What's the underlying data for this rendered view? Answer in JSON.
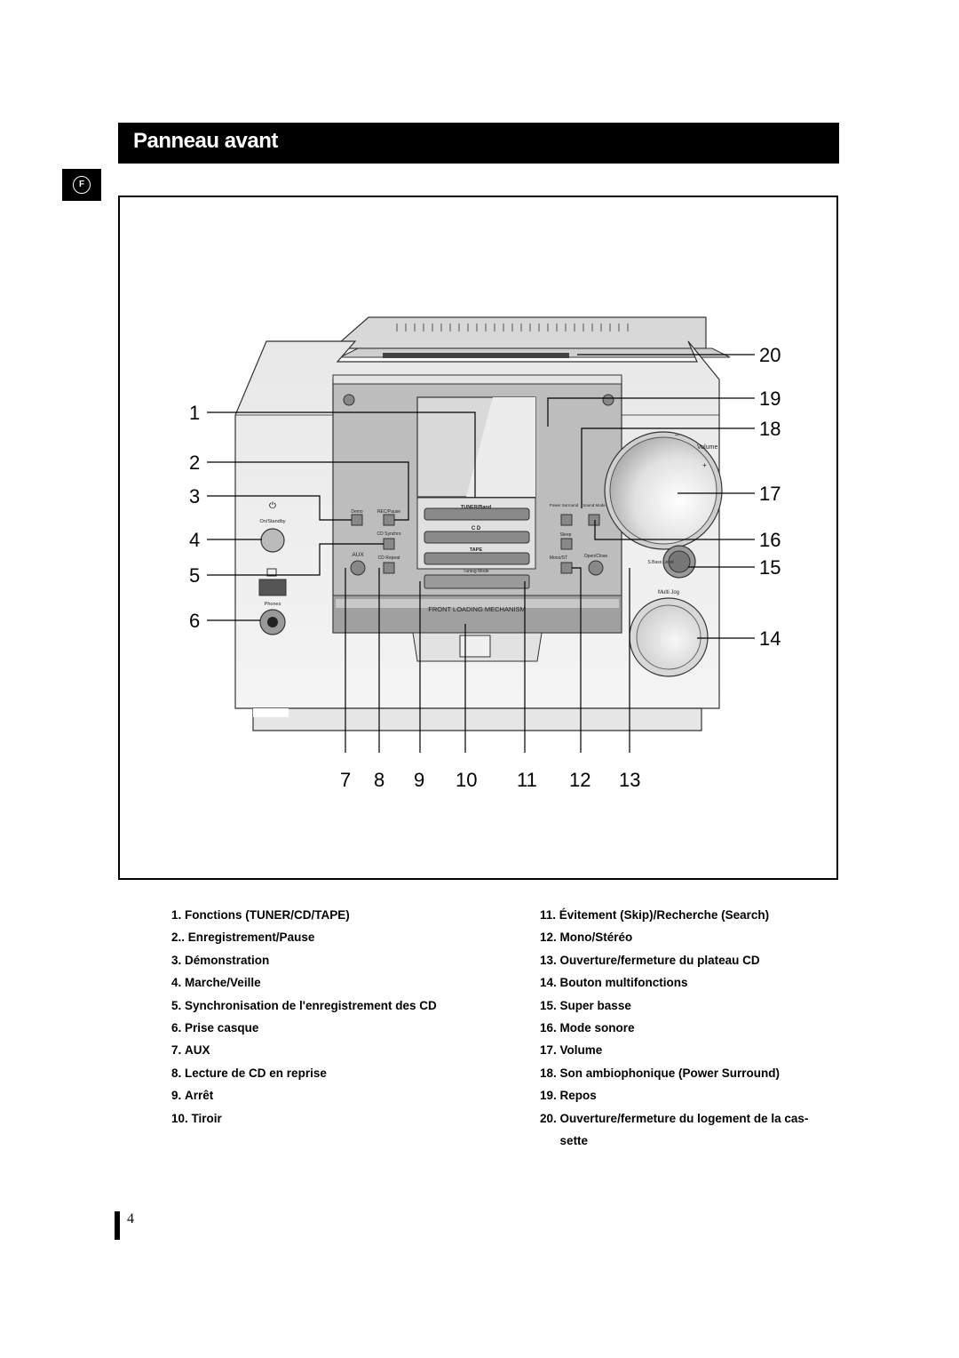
{
  "header": {
    "title": "Panneau avant",
    "language_tab": "F"
  },
  "figure": {
    "callouts_left": [
      "1",
      "2",
      "3",
      "4",
      "5",
      "6"
    ],
    "callouts_right": [
      "20",
      "19",
      "18",
      "17",
      "16",
      "15",
      "14"
    ],
    "callouts_bottom": [
      "7",
      "8",
      "9",
      "10",
      "11",
      "12",
      "13"
    ],
    "device_labels": {
      "volume": "Volume",
      "vol_minus": "–",
      "vol_plus": "+",
      "on_standby": "On/Standby",
      "phones": "Phones",
      "demo": "Demo",
      "rec_pause": "REC/Pause",
      "cd_synchro": "CD Synchro",
      "aux": "AUX",
      "cd_repeat": "CD Repeat",
      "tuner_band": "TUNER/Band",
      "cd": "C D",
      "tape": "TAPE",
      "tuning_mode": "Tuning Mode",
      "power_surround": "Power Surround",
      "sound_mode": "Sound Mode",
      "sleep": "Sleep",
      "mono_st": "Mono/ST",
      "open_close": "Open/Close",
      "sbass_level": "S.Bass Level",
      "multi_jog": "Multi Jog",
      "front_loading": "FRONT LOADING MECHANISM"
    }
  },
  "legend": {
    "left": [
      {
        "num": "1.",
        "text": "Fonctions (TUNER/CD/TAPE)"
      },
      {
        "num": "2..",
        "text": "Enregistrement/Pause"
      },
      {
        "num": "3.",
        "text": "Démonstration"
      },
      {
        "num": "4.",
        "text": "Marche/Veille"
      },
      {
        "num": "5.",
        "text": "Synchronisation de l'enregistrement des CD"
      },
      {
        "num": "6.",
        "text": "Prise casque"
      },
      {
        "num": "7.",
        "text": "AUX"
      },
      {
        "num": "8.",
        "text": "Lecture de CD en reprise"
      },
      {
        "num": "9.",
        "text": "Arrêt"
      },
      {
        "num": "10.",
        "text": "Tiroir"
      }
    ],
    "right": [
      {
        "num": "11.",
        "text": "Évitement (Skip)/Recherche (Search)"
      },
      {
        "num": "12.",
        "text": "Mono/Stéréo"
      },
      {
        "num": "13.",
        "text": "Ouverture/fermeture du plateau CD"
      },
      {
        "num": "14.",
        "text": "Bouton multifonctions"
      },
      {
        "num": "15.",
        "text": "Super basse"
      },
      {
        "num": "16.",
        "text": "Mode sonore"
      },
      {
        "num": "17.",
        "text": "Volume"
      },
      {
        "num": "18.",
        "text": "Son ambiophonique (Power Surround)"
      },
      {
        "num": "19.",
        "text": "Repos"
      },
      {
        "num": "20.",
        "text": "Ouverture/fermeture du logement de la cas-\nsette"
      }
    ]
  },
  "footer": {
    "page_number": "4"
  }
}
